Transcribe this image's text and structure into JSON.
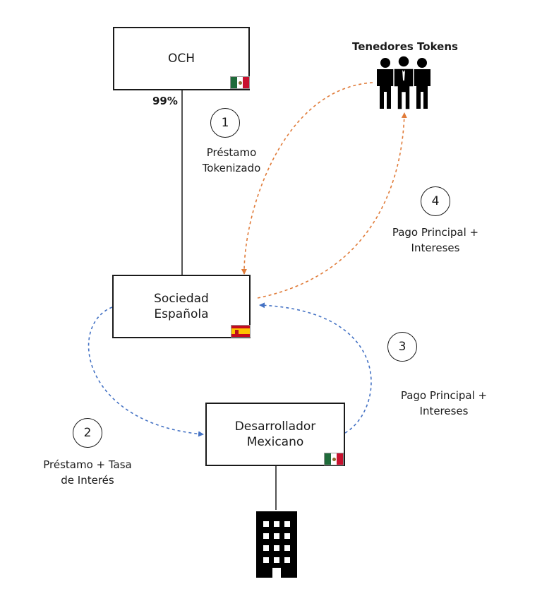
{
  "nodes": {
    "och": {
      "label": "OCH",
      "flag": "mexico-flag"
    },
    "sociedad": {
      "line1": "Sociedad",
      "line2": "Española",
      "flag": "spain-flag"
    },
    "desarrollador": {
      "line1": "Desarrollador",
      "line2": "Mexicano",
      "flag": "mexico-flag"
    },
    "holders": {
      "title": "Tenedores Tokens",
      "icon": "people-group-icon"
    },
    "building": {
      "icon": "building-icon"
    }
  },
  "ownership_pct": "99%",
  "steps": [
    {
      "number": "1",
      "line1": "Préstamo",
      "line2": "Tokenizado"
    },
    {
      "number": "2",
      "line1": "Préstamo + Tasa",
      "line2": "de Interés"
    },
    {
      "number": "3",
      "line1": "Pago Principal +",
      "line2": "Intereses"
    },
    {
      "number": "4",
      "line1": "Pago Principal +",
      "line2": "Intereses"
    }
  ],
  "colors": {
    "orange_arrows": "#e07b39",
    "blue_arrows": "#4472c4",
    "ink": "#1a1a1a"
  }
}
